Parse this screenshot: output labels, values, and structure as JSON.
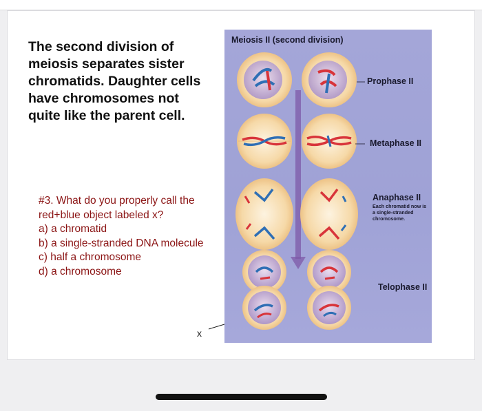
{
  "slide": {
    "main_text": "The second division of meiosis separates sister chromatids.  Daughter cells have chromosomes not quite like the parent cell.",
    "question": {
      "prompt": "#3. What do you properly call the red+blue object labeled x?",
      "options": [
        "a) a chromatid",
        "b) a single-stranded DNA molecule",
        "c) half a chromosome",
        "d) a chromosome"
      ]
    },
    "pointer_label": "x"
  },
  "figure": {
    "title": "Meiosis II (second division)",
    "stages": [
      {
        "label": "Prophase II"
      },
      {
        "label": "Metaphase II"
      },
      {
        "label": "Anaphase II",
        "note": "Each chromatid now is a single-stranded chromosome."
      },
      {
        "label": "Telophase II"
      }
    ]
  },
  "colors": {
    "figure_background": "#a3a5d8",
    "question_text": "#8b1414",
    "chromosome_red": "#d8343a",
    "chromosome_blue": "#2f6fb5"
  }
}
